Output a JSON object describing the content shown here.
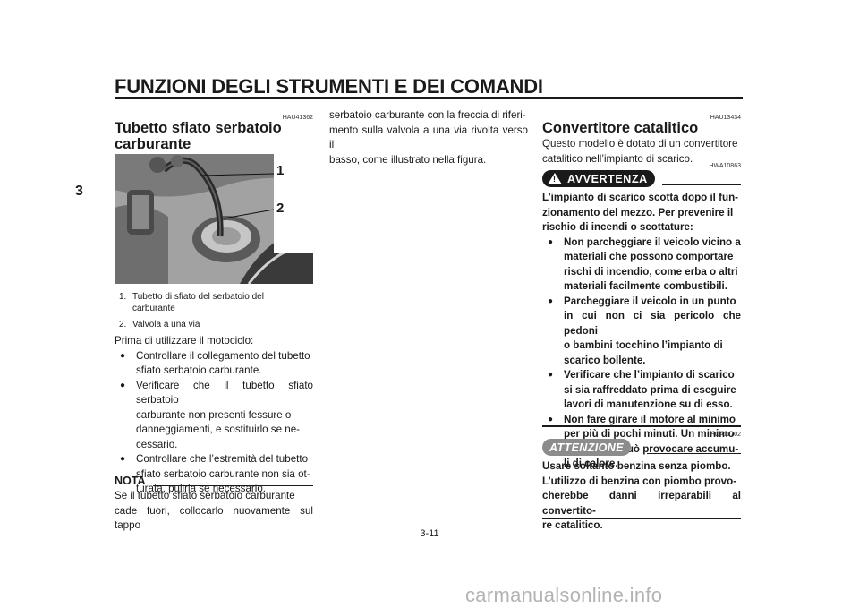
{
  "header": {
    "title": "FUNZIONI DEGLI STRUMENTI E DEI COMANDI",
    "chapter": "3",
    "page": "3-11"
  },
  "col1": {
    "code": "HAU41362",
    "title_line1": "Tubetto sfiato serbatoio",
    "title_line2": "carburante",
    "figure": {
      "label1": "1",
      "label2": "2"
    },
    "captions": [
      {
        "num": "1.",
        "line1": "Tubetto di sfiato del serbatoio del",
        "line2": "carburante"
      },
      {
        "num": "2.",
        "line1": "Valvola a una via"
      }
    ],
    "intro": "Prima di utilizzare il motociclo:",
    "bullets": [
      [
        "Controllare il collegamento del tubetto",
        "sfiato serbatoio carburante."
      ],
      [
        "Verificare che il tubetto sfiato serbatoio",
        "carburante non presenti fessure o",
        "danneggiamenti, e sostituirlo se ne-",
        "cessario."
      ],
      [
        "Controllare che l’estremità del tubetto",
        "sfiato serbatoio carburante non sia ot-",
        "turata, pulirla se necessario."
      ]
    ],
    "nota_label": "NOTA",
    "nota_lines": [
      "Se il tubetto sfiato serbatoio carburante",
      "cade fuori, collocarlo nuovamente sul tappo"
    ]
  },
  "col2": {
    "lines": [
      "serbatoio carburante con la freccia di riferi-",
      "mento sulla valvola a una via rivolta verso il",
      "basso, come illustrato nella figura."
    ]
  },
  "col3": {
    "code": "HAU13434",
    "title": "Convertitore catalitico",
    "intro_lines": [
      "Questo modello è dotato di un convertitore",
      "catalitico nell’impianto di scarico."
    ],
    "warning": {
      "code": "HWA10863",
      "label": "AVVERTENZA",
      "lines": [
        "L’impianto di scarico scotta dopo il fun-",
        "zionamento del mezzo. Per prevenire il",
        "rischio di incendi o scottature:"
      ],
      "bullets": [
        [
          "Non parcheggiare il veicolo vicino a",
          "materiali che possono comportare",
          "rischi di incendio, come erba o altri",
          "materiali facilmente combustibili."
        ],
        [
          "Parcheggiare il veicolo in un punto",
          "in cui non ci sia pericolo che pedoni",
          "o bambini tocchino l’impianto di",
          "scarico bollente."
        ],
        [
          "Verificare che l’impianto di scarico",
          "si sia raffreddato prima di eseguire",
          "lavori di manutenzione su di esso."
        ],
        [
          "Non fare girare il motore al minimo",
          "per più di pochi minuti. Un minimo",
          "prolungato può provocare accumu-",
          "li di calore."
        ]
      ]
    },
    "caution": {
      "code": "HCA10702",
      "label": "ATTENZIONE",
      "lines": [
        "Usare soltanto benzina senza piombo.",
        "L’utilizzo di benzina con piombo provo-",
        "cherebbe danni irreparabili al convertito-",
        "re catalitico."
      ]
    }
  },
  "watermark": "carmanualsonline.info"
}
